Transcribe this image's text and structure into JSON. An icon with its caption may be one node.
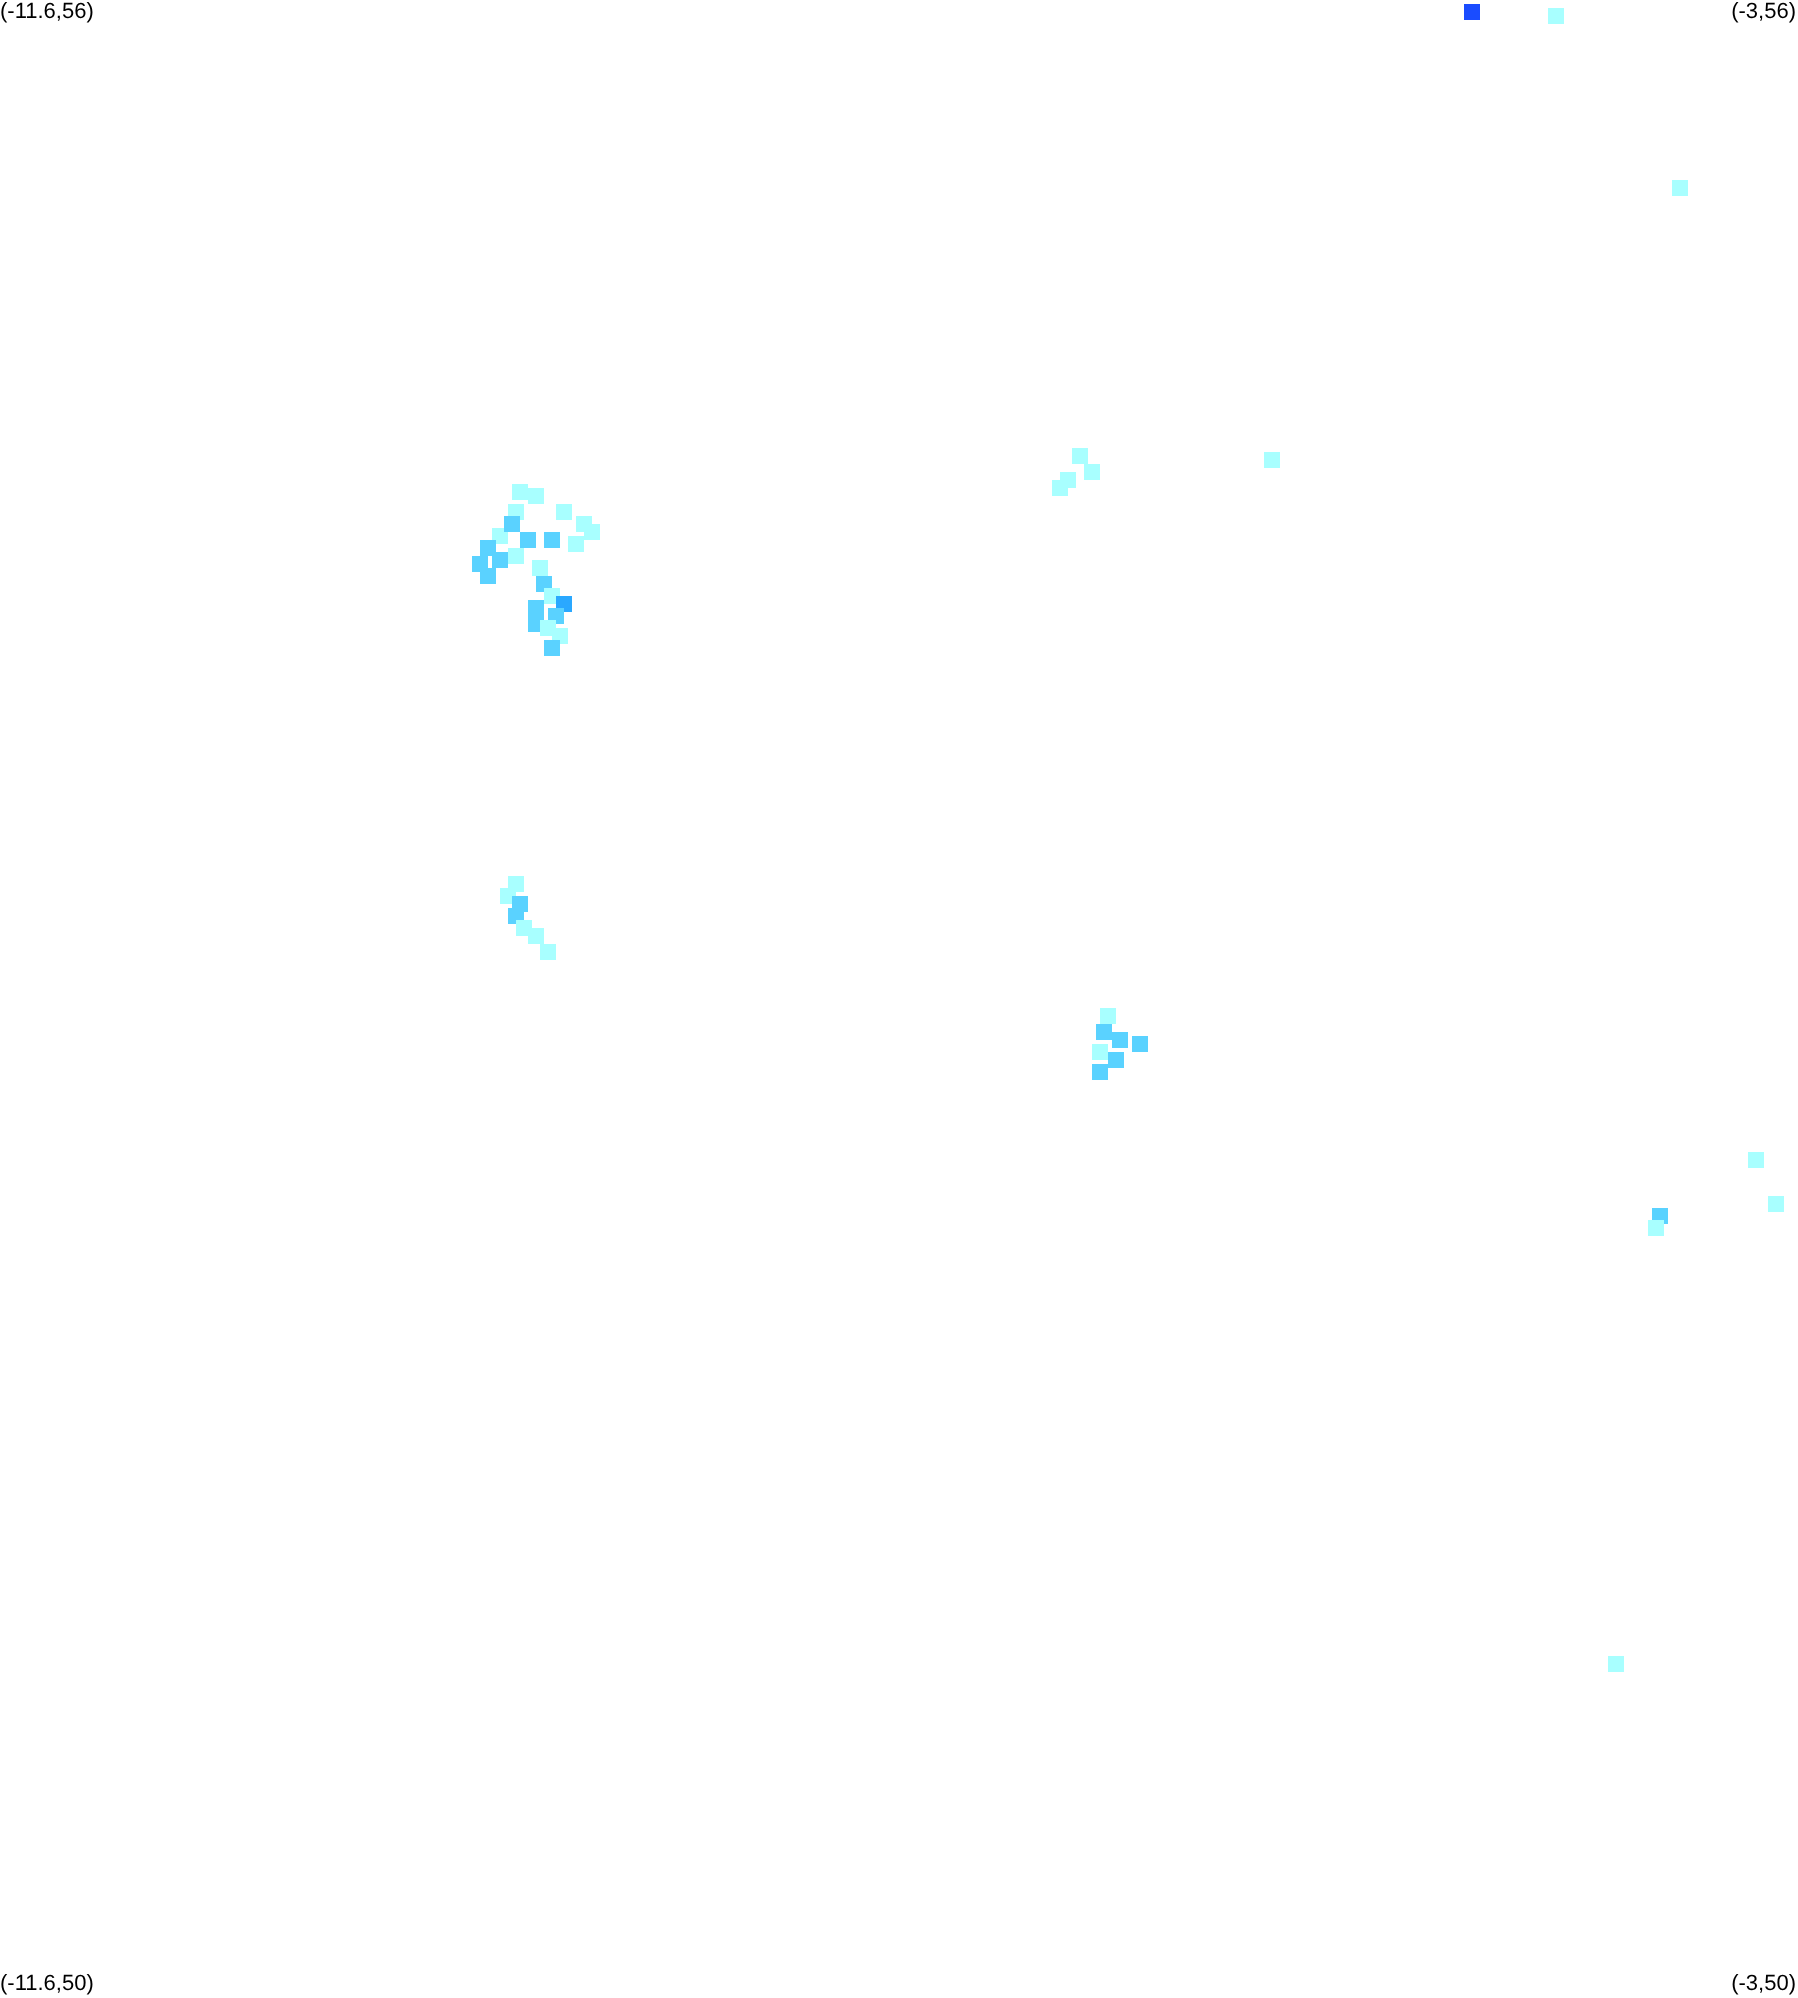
{
  "diagram": {
    "labels": [
      "(-11.6,56)",
      "(-3,56)",
      "(-11.6,50)",
      "(-3,50)"
    ]
  }
}
